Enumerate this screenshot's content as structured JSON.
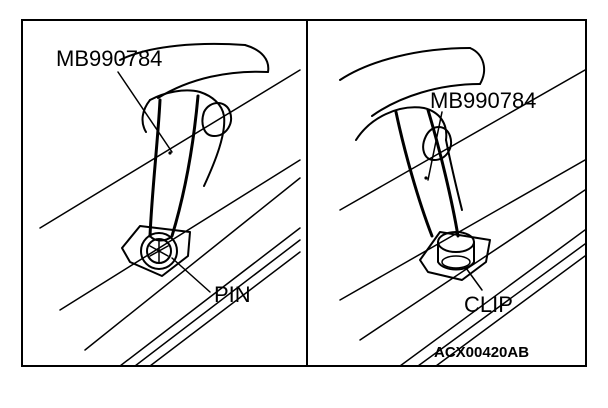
{
  "figure_code": "ACX00420AB",
  "left_panel": {
    "tool_label": "MB990784",
    "part_label": "PIN"
  },
  "right_panel": {
    "tool_label": "MB990784",
    "part_label": "CLIP"
  },
  "colors": {
    "ink": "#000000",
    "background": "#ffffff"
  }
}
